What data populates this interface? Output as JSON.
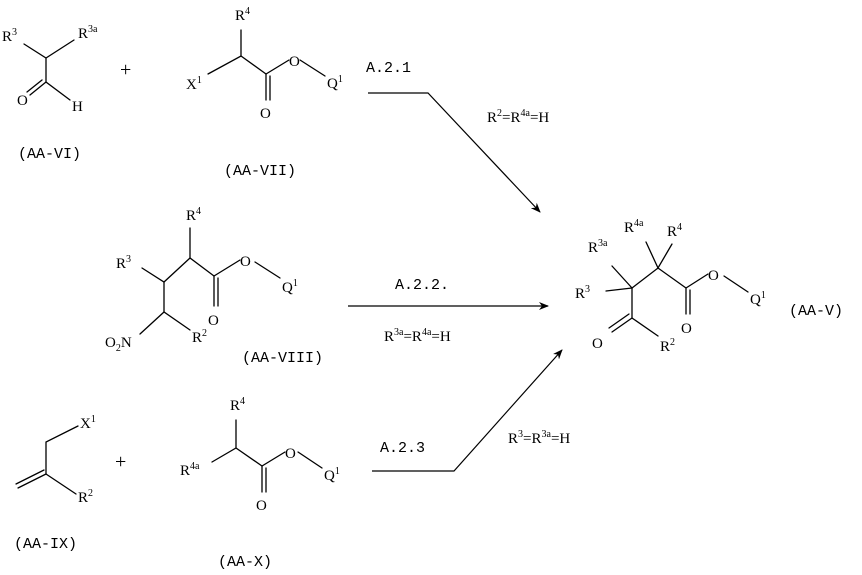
{
  "compounds": {
    "aa6": {
      "name": "(AA-VI)",
      "r3": "R",
      "r3_sup": "3",
      "r3a": "R",
      "r3a_sup": "3a",
      "o": "O",
      "h": "H"
    },
    "aa7": {
      "name": "(AA-VII)",
      "r4": "R",
      "r4_sup": "4",
      "x1": "X",
      "x1_sup": "1",
      "o_dbl": "O",
      "o_ring": "O",
      "q1": "Q",
      "q1_sup": "1"
    },
    "aa8": {
      "name": "(AA-VIII)",
      "r4": "R",
      "r4_sup": "4",
      "r3": "R",
      "r3_sup": "3",
      "q1": "Q",
      "q1_sup": "1",
      "o_dbl": "O",
      "o_ring": "O",
      "no2": "O",
      "no2_sub": "2",
      "no2_n": "N",
      "r2": "R",
      "r2_sup": "2"
    },
    "aa9": {
      "name": "(AA-IX)",
      "x1": "X",
      "x1_sup": "1",
      "r2": "R",
      "r2_sup": "2"
    },
    "aa10": {
      "name": "(AA-X)",
      "r4": "R",
      "r4_sup": "4",
      "r4a": "R",
      "r4a_sup": "4a",
      "o_dbl": "O",
      "o_ring": "O",
      "q1": "Q",
      "q1_sup": "1"
    },
    "aa5": {
      "name": "(AA-V)",
      "r4a": "R",
      "r4a_sup": "4a",
      "r4": "R",
      "r4_sup": "4",
      "r3a": "R",
      "r3a_sup": "3a",
      "r3": "R",
      "r3_sup": "3",
      "q1": "Q",
      "q1_sup": "1",
      "o_dbl": "O",
      "o_ring": "O",
      "o_keto": "O",
      "r2": "R",
      "r2_sup": "2"
    }
  },
  "plus_signs": [
    "+",
    "+"
  ],
  "reactions": {
    "r1": {
      "label": "A.2.1",
      "cond_a": "R",
      "cond_a_sup": "2",
      "cond_b": "=R",
      "cond_b_sup": "4a",
      "cond_c": "=H"
    },
    "r2": {
      "label": "A.2.2.",
      "cond_a": "R",
      "cond_a_sup": "3a",
      "cond_b": "=R",
      "cond_b_sup": "4a",
      "cond_c": "=H"
    },
    "r3": {
      "label": "A.2.3",
      "cond_a": "R",
      "cond_a_sup": "3",
      "cond_b": "=R",
      "cond_b_sup": "3a",
      "cond_c": "=H"
    }
  }
}
